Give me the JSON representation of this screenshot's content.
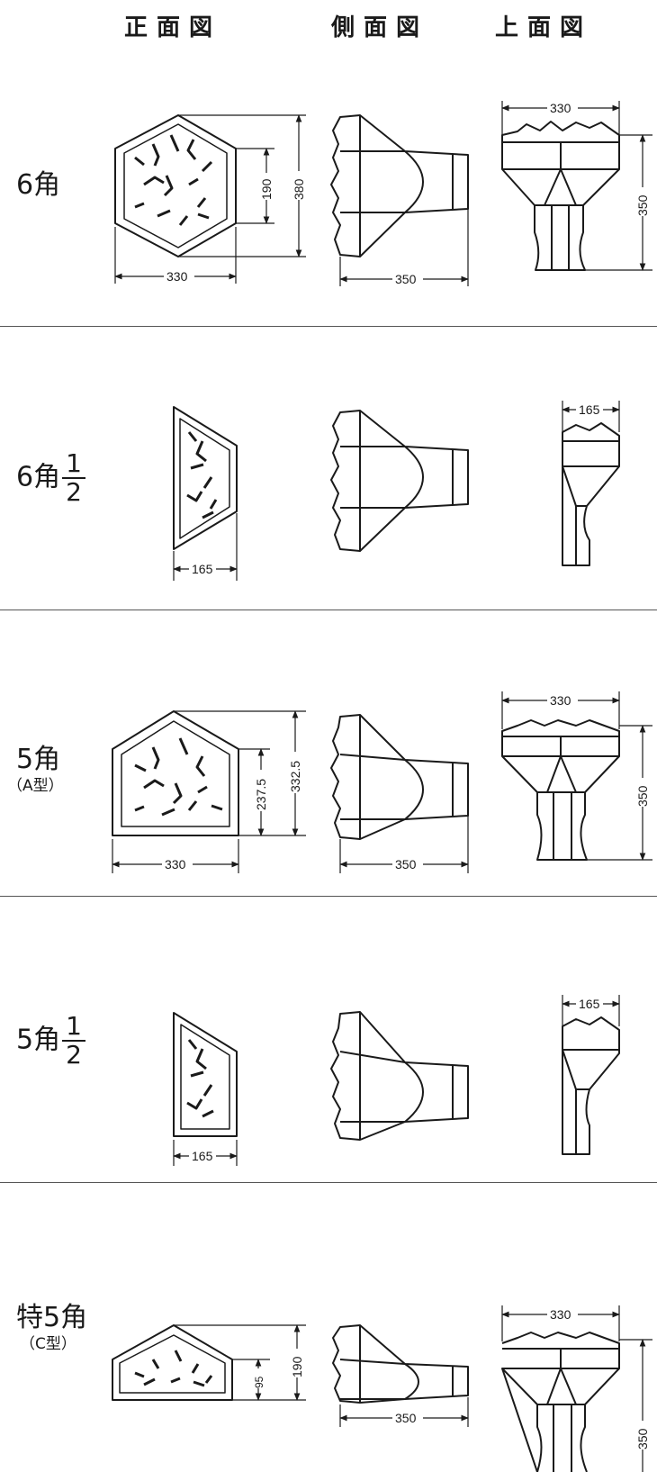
{
  "headers": {
    "front": "正面図",
    "side": "側面図",
    "top": "上面図"
  },
  "rows": [
    {
      "label": "6角",
      "front_dims": {
        "width": "330",
        "inner_height": "190",
        "height": "380"
      },
      "side_dim": "350",
      "top_dims": {
        "width": "330",
        "depth": "350"
      }
    },
    {
      "label": "6角",
      "fraction": {
        "num": "1",
        "den": "2"
      },
      "front_dims": {
        "width": "165"
      },
      "side_dim": "",
      "top_dims": {
        "width": "165"
      }
    },
    {
      "label": "5角",
      "sublabel": "（A型）",
      "front_dims": {
        "width": "330",
        "inner_height": "237.5",
        "height": "332.5"
      },
      "side_dim": "350",
      "top_dims": {
        "width": "330",
        "depth": "350"
      }
    },
    {
      "label": "5角",
      "fraction": {
        "num": "1",
        "den": "2"
      },
      "front_dims": {
        "width": "165"
      },
      "side_dim": "",
      "top_dims": {
        "width": "165"
      }
    },
    {
      "label": "特5角",
      "sublabel": "（C型）",
      "front_dims": {
        "inner_height": "95",
        "height": "190"
      },
      "side_dim": "350",
      "top_dims": {
        "width": "330",
        "depth": "350"
      }
    }
  ]
}
